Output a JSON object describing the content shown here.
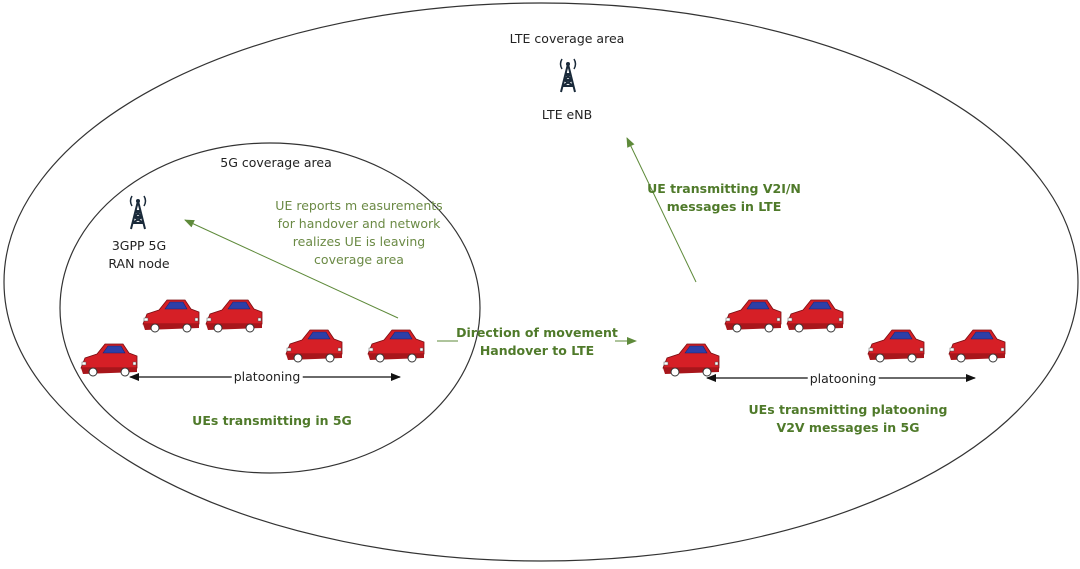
{
  "lte_coverage_label": "LTE coverage area",
  "lte_enb_label": "LTE eNB",
  "fiveg_coverage_label": "5G coverage area",
  "ran_node_label_line1": "3GPP 5G",
  "ran_node_label_line2": "RAN node",
  "ue_report_lines": [
    "UE reports m easurements",
    "for handover and network",
    "realizes UE is leaving",
    "coverage area"
  ],
  "movement_line1": "Direction of movement",
  "movement_line2": "Handover to LTE",
  "v2i_line1": "UE transmitting V2I/N",
  "v2i_line2": "messages in LTE",
  "platooning_label_left": "platooning",
  "platooning_label_right": "platooning",
  "ues_5g_label": "UEs transmitting in 5G",
  "platoon_v2v_line1": "UEs transmitting platooning",
  "platoon_v2v_line2": "V2V messages in 5G",
  "colors": {
    "car_body": "#d61f26",
    "car_window": "#2d3fa8",
    "green_text": "#6b8a45",
    "arrow_green": "#5e8a3a",
    "outline": "#333333"
  }
}
